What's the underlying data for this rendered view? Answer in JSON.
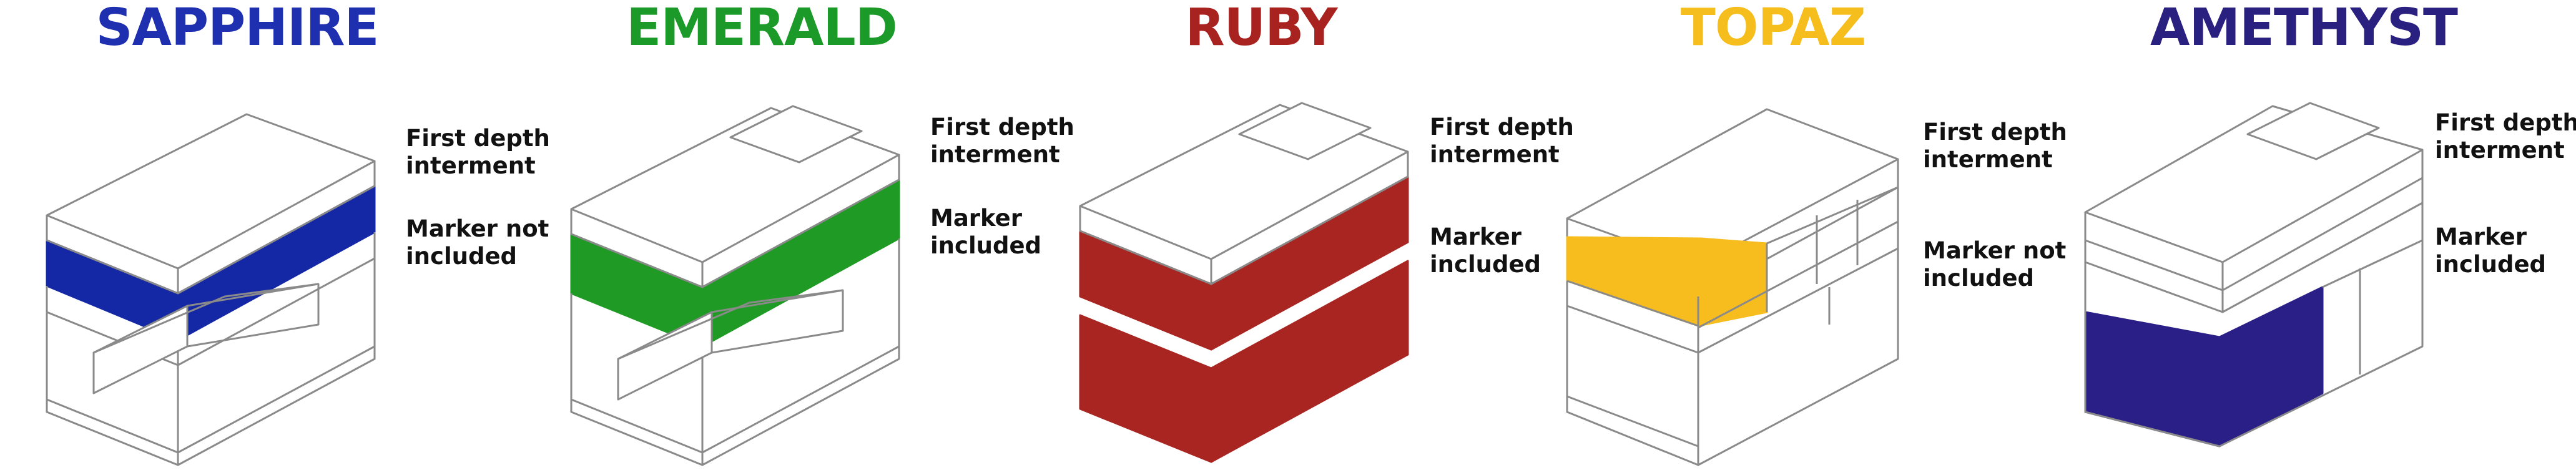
{
  "panels": [
    {
      "id": "sapphire",
      "title": "SAPPHIRE",
      "color": "#1e2fb0",
      "fill_color": "#1428a6",
      "callout_top": [
        "First depth",
        "interment"
      ],
      "callout_bottom": [
        "Marker not",
        "included"
      ],
      "marker_included": false
    },
    {
      "id": "emerald",
      "title": "EMERALD",
      "color": "#1b9a2a",
      "fill_color": "#1f9a24",
      "callout_top": [
        "First depth",
        "interment"
      ],
      "callout_bottom": [
        "Marker",
        "included"
      ],
      "marker_included": true
    },
    {
      "id": "ruby",
      "title": "RUBY",
      "color": "#a82320",
      "fill_color": "#a82521",
      "callout_top": [
        "First depth",
        "interment"
      ],
      "callout_bottom": [
        "Marker",
        "included"
      ],
      "marker_included": true
    },
    {
      "id": "topaz",
      "title": "TOPAZ",
      "color": "#f6be1c",
      "fill_color": "#f7bd1e",
      "callout_top": [
        "First depth",
        "interment"
      ],
      "callout_bottom": [
        "Marker not",
        "included"
      ],
      "marker_included": false
    },
    {
      "id": "amethyst",
      "title": "AMETHYST",
      "color": "#2a2080",
      "fill_color": "#2a1f86",
      "callout_top": [
        "First depth",
        "interment"
      ],
      "callout_bottom": [
        "Marker",
        "included"
      ],
      "marker_included": true
    }
  ]
}
